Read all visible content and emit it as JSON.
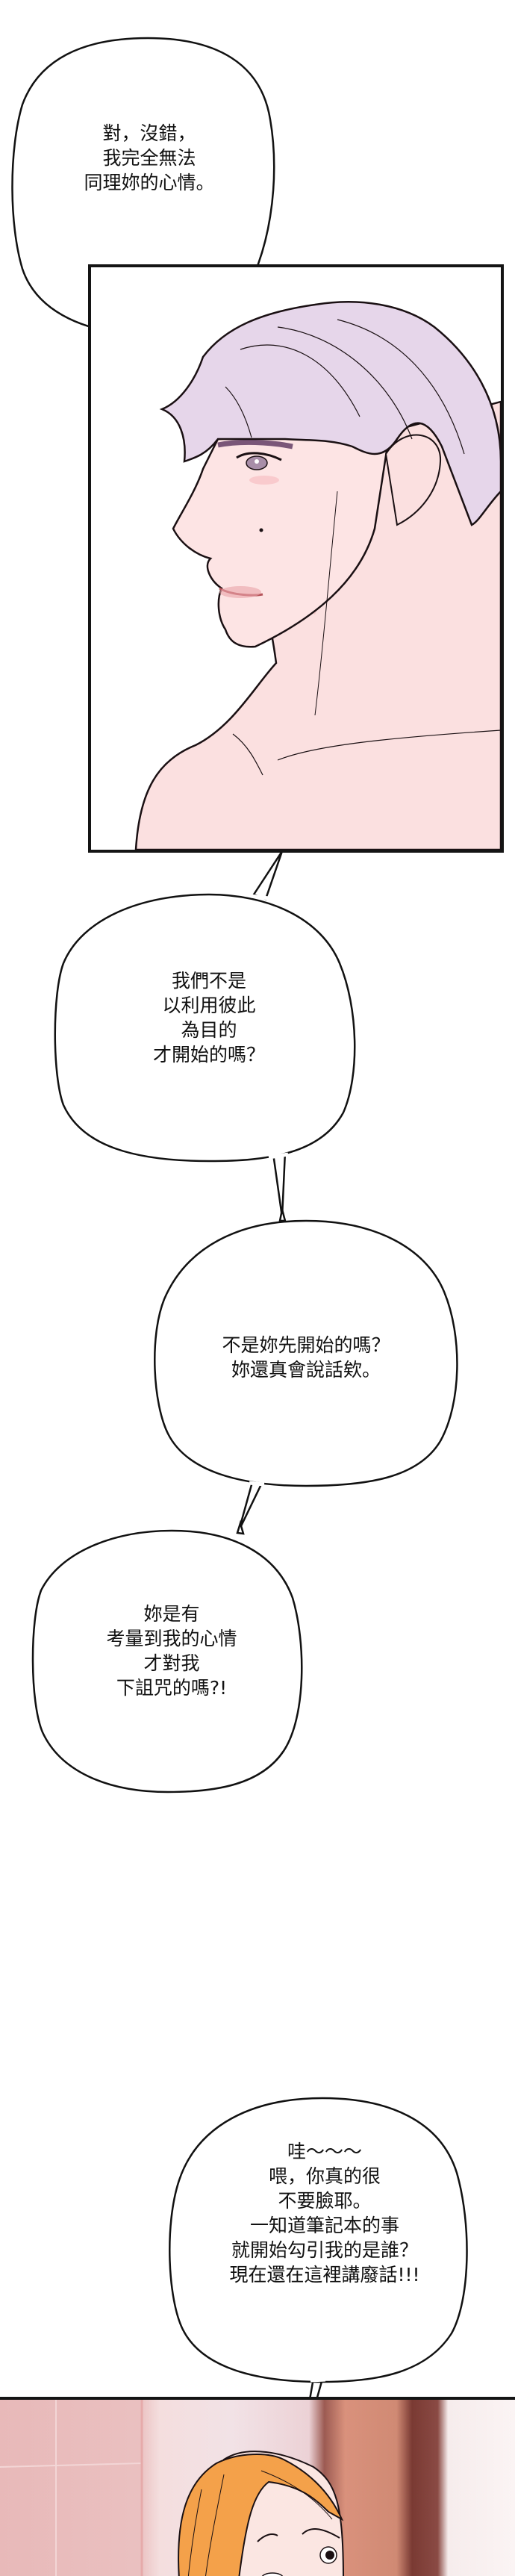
{
  "page": {
    "type": "webtoon-strip",
    "background_color": "#ffffff"
  },
  "bubbles": [
    {
      "id": "bubble-1",
      "text": "對，沒錯，\n我完全無法\n同理妳的心情。",
      "speaker": "man"
    },
    {
      "id": "bubble-2",
      "text": "我們不是\n以利用彼此\n為目的\n才開始的嗎？",
      "speaker": "man"
    },
    {
      "id": "bubble-3",
      "text": "不是妳先開始的嗎？\n妳還真會說話欸。",
      "speaker": "man"
    },
    {
      "id": "bubble-4",
      "text": "妳是有\n考量到我的心情\n才對我\n下詛咒的嗎?!",
      "speaker": "man"
    },
    {
      "id": "bubble-5",
      "text": "哇～～～\n喂，你真的很\n不要臉耶。\n一知道筆記本的事\n就開始勾引我的是誰？\n現在還在這裡講廢話!!!",
      "speaker": "woman"
    }
  ],
  "panels": [
    {
      "id": "panel-1",
      "description": "Profile of a lavender-haired shirtless man looking left",
      "colors": {
        "hair": "#e6d6ea",
        "skin": "#fbe1e1",
        "skin_shadow": "#f0bcbc",
        "lips": "#d9888e",
        "line": "#1a1013",
        "border": "#141414"
      }
    },
    {
      "id": "panel-2",
      "description": "Orange-haired woman frowning in a pink marble room",
      "colors": {
        "hair": "#f4a14a",
        "skin": "#fbe6e2",
        "wall": "#ebc2c2",
        "marble": "#f3e3e7",
        "wood": "#c9806c",
        "dark_wood": "#7a3a33",
        "border": "#141414"
      }
    }
  ]
}
